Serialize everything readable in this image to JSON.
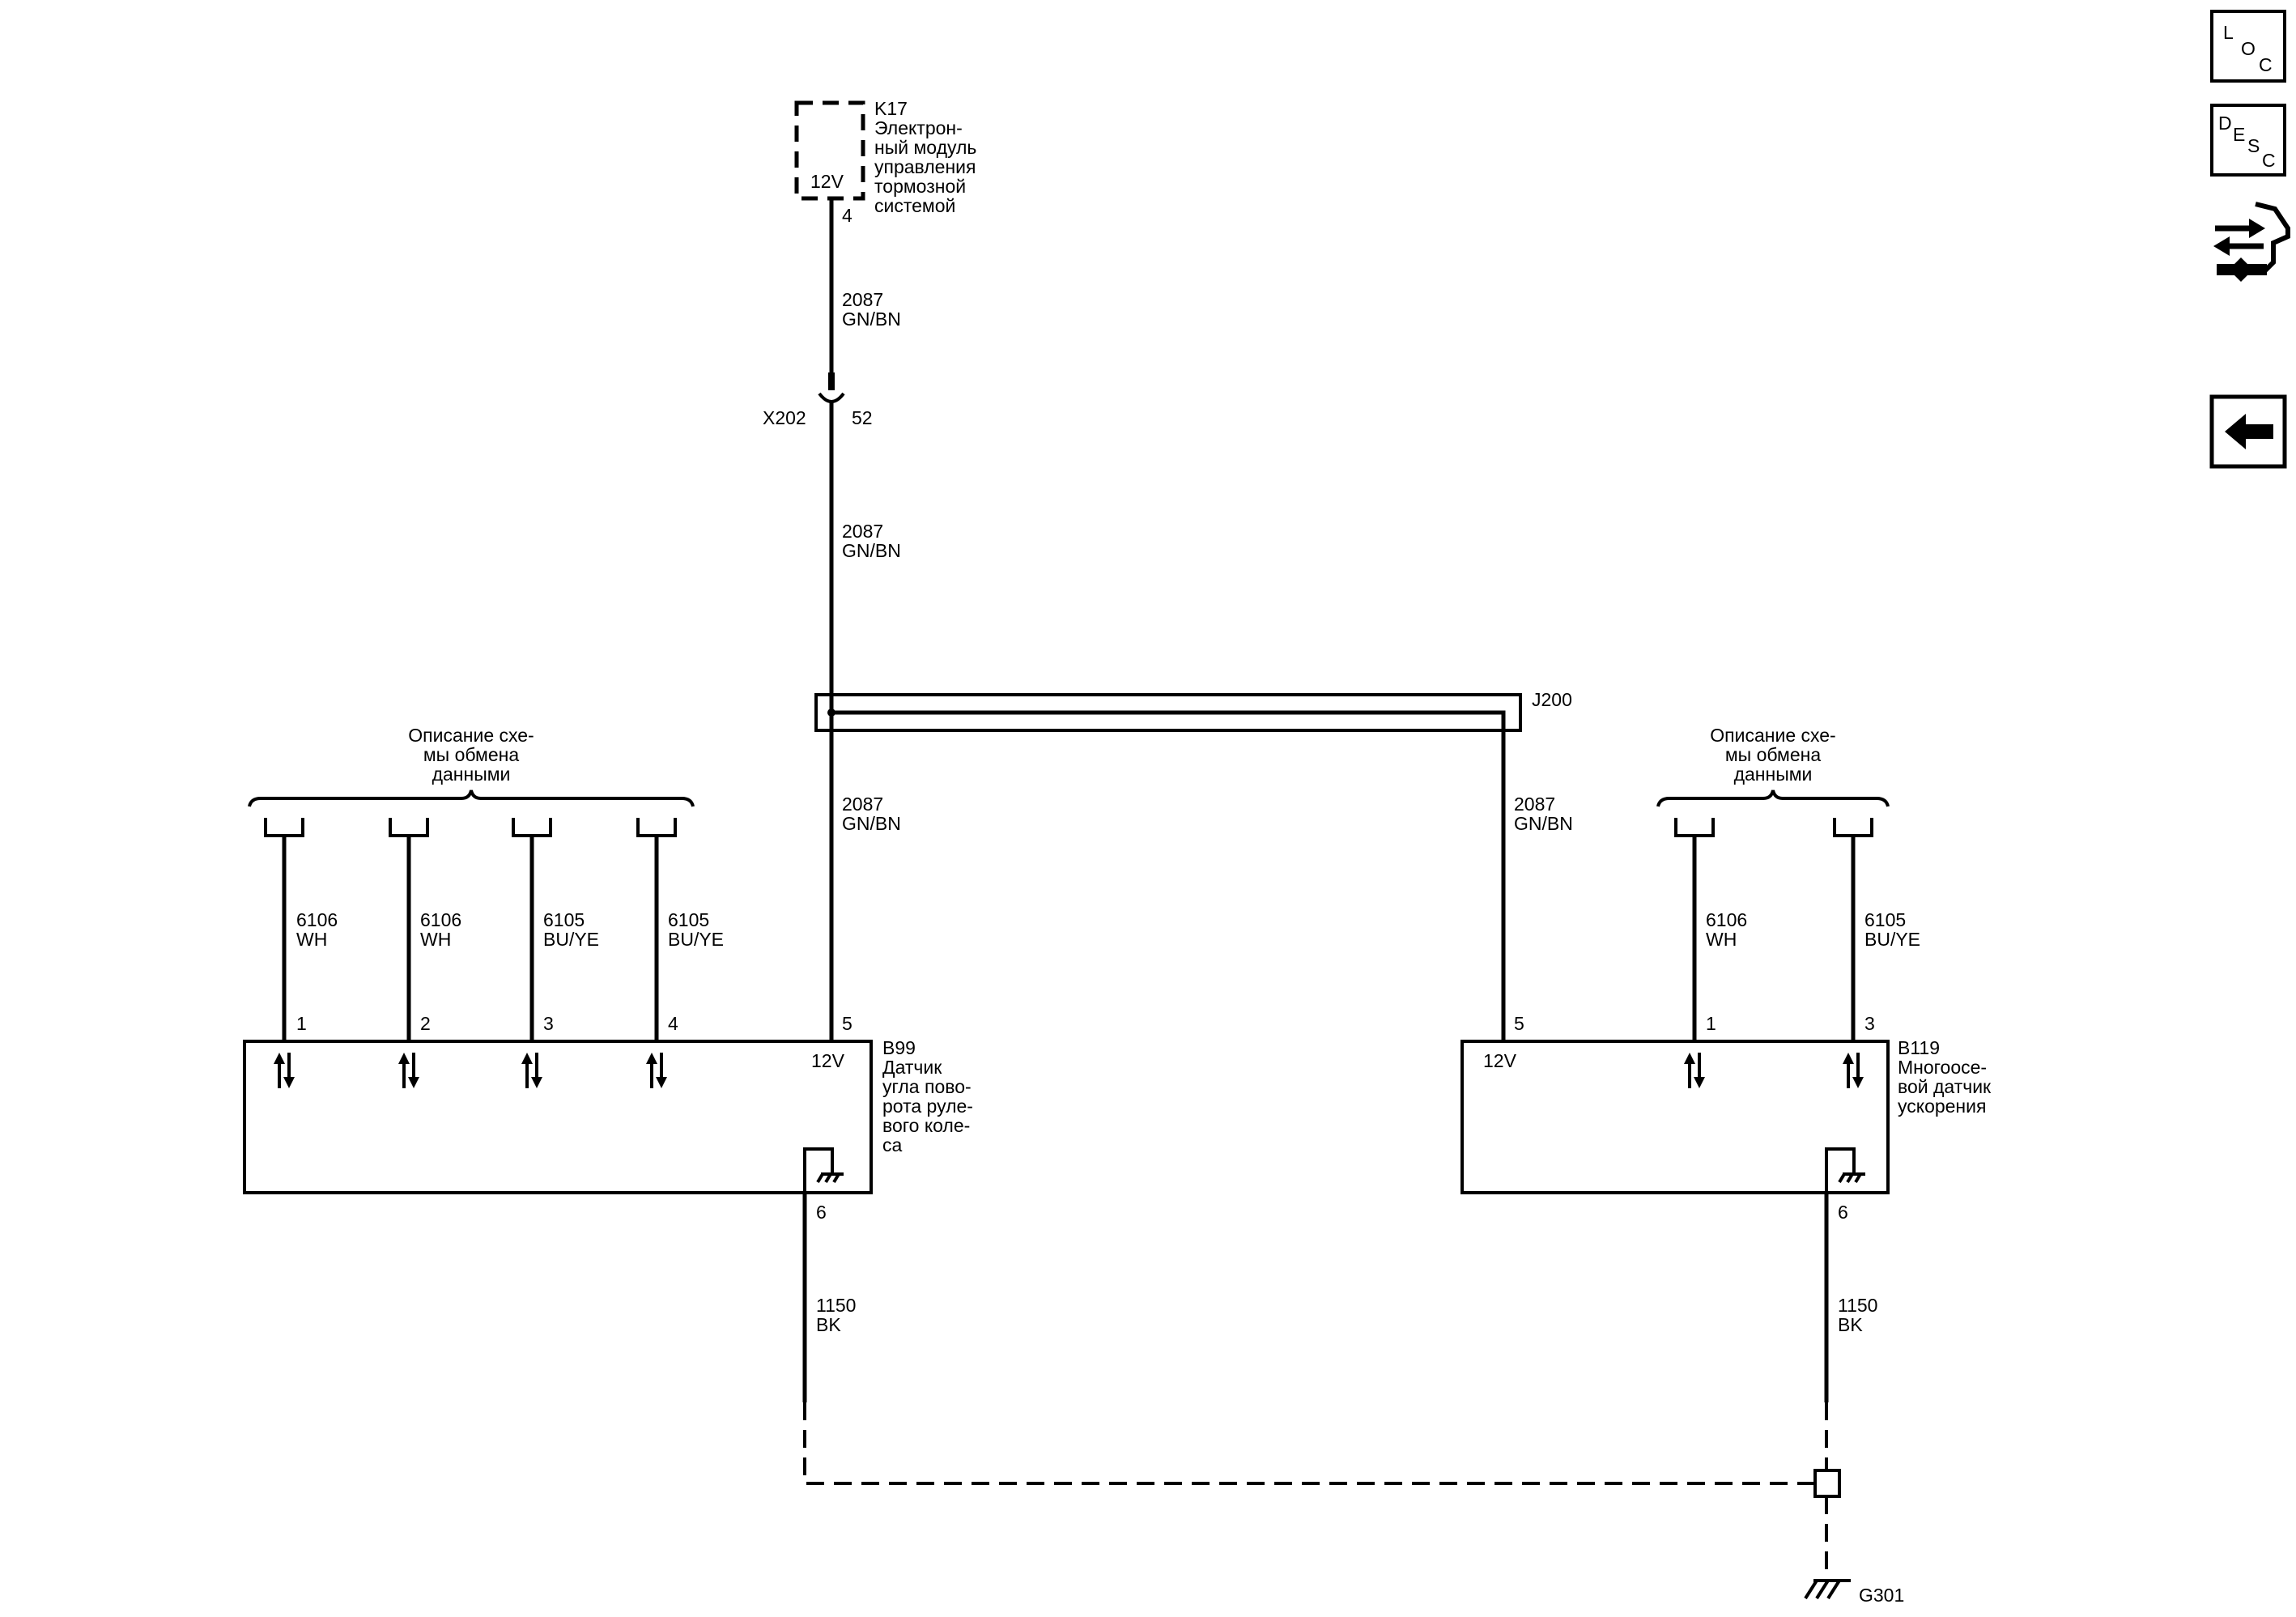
{
  "components": {
    "k17": {
      "id": "K17",
      "desc": [
        "Электрон-",
        "ный модуль",
        "управления",
        "тормозной",
        "системой"
      ],
      "pin": "4",
      "volt": "12V"
    },
    "b99": {
      "id": "B99",
      "desc": [
        "Датчик",
        "угла пово-",
        "рота руле-",
        "вого коле-",
        "са"
      ],
      "volt": "12V",
      "pins": [
        "1",
        "2",
        "3",
        "4",
        "5",
        "6"
      ]
    },
    "b119": {
      "id": "B119",
      "desc": [
        "Многоосе-",
        "вой датчик",
        "ускорения"
      ],
      "volt": "12V",
      "pins": [
        "5",
        "1",
        "3",
        "6"
      ]
    }
  },
  "connector_x202": {
    "id": "X202",
    "pin": "52"
  },
  "splice_j200": {
    "id": "J200"
  },
  "ground_g301": {
    "id": "G301"
  },
  "data_comm_label": [
    "Описание схе-",
    "мы обмена",
    "данными"
  ],
  "wires": {
    "w2087_a": {
      "num": "2087",
      "color": "GN/BN"
    },
    "w2087_b": {
      "num": "2087",
      "color": "GN/BN"
    },
    "w2087_c": {
      "num": "2087",
      "color": "GN/BN"
    },
    "w2087_d": {
      "num": "2087",
      "color": "GN/BN"
    },
    "b99_1": {
      "num": "6106",
      "color": "WH"
    },
    "b99_2": {
      "num": "6106",
      "color": "WH"
    },
    "b99_3": {
      "num": "6105",
      "color": "BU/YE"
    },
    "b99_4": {
      "num": "6105",
      "color": "BU/YE"
    },
    "b119_1": {
      "num": "6106",
      "color": "WH"
    },
    "b119_3": {
      "num": "6105",
      "color": "BU/YE"
    },
    "gnd_b99": {
      "num": "1150",
      "color": "BK"
    },
    "gnd_b119": {
      "num": "1150",
      "color": "BK"
    }
  },
  "nav": {
    "loc": {
      "letters": [
        "L",
        "O",
        "C"
      ]
    },
    "desc": {
      "letters": [
        "D",
        "E",
        "S",
        "C"
      ]
    },
    "icons": [
      "connector-tool-icon",
      "back-arrow-icon"
    ]
  }
}
